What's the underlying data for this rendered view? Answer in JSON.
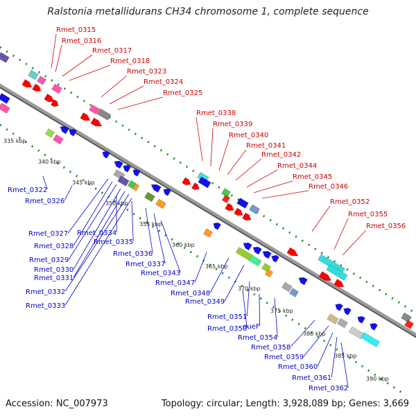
{
  "title": "Ralstonia metallidurans CH34 chromosome 1, complete sequence",
  "accession": "Accession: NC_007973",
  "summary": "Topology: circular; Length: 3,928,089 bp; Genes: 3,669",
  "colors": {
    "forward_label": "#cc0000",
    "reverse_label": "#0000cc",
    "forward_feature": "#ff0000",
    "reverse_feature": "#1010ee",
    "backbone": "#888888",
    "dotted_ring": "#1a8a1a"
  },
  "ticks": [
    "335 kbp",
    "340 kbp",
    "345 kbp",
    "350 kbp",
    "355 kbp",
    "360 kbp",
    "365 kbp",
    "370 kbp",
    "375 kbp",
    "380 kbp",
    "385 kbp",
    "390 kbp"
  ],
  "forward_labels": [
    "Rmet_0315",
    "Rmet_0316",
    "Rmet_0317",
    "Rmet_0318",
    "Rmet_0323",
    "Rmet_0324",
    "Rmet_0325",
    "Rmet_0338",
    "Rmet_0339",
    "Rmet_0340",
    "Rmet_0341",
    "Rmet_0342",
    "Rmet_0344",
    "Rmet_0345",
    "Rmet_0346",
    "Rmet_0352",
    "Rmet_0355",
    "Rmet_0356"
  ],
  "reverse_labels": [
    "Rmet_0322",
    "Rmet_0326",
    "Rmet_0327",
    "Rmet_0328",
    "Rmet_0329",
    "Rmet_0330",
    "Rmet_0331",
    "Rmet_0332",
    "Rmet_0333",
    "Rmet_0334",
    "Rmet_0335",
    "Rmet_0336",
    "Rmet_0337",
    "Rmet_0343",
    "Rmet_0347",
    "Rmet_0348",
    "Rmet_0349",
    "Rmet_0351",
    "Rmet_0350",
    "queF",
    "Rmet_0354",
    "Rmet_0358",
    "Rmet_0359",
    "Rmet_0360",
    "Rmet_0361",
    "Rmet_0362"
  ]
}
